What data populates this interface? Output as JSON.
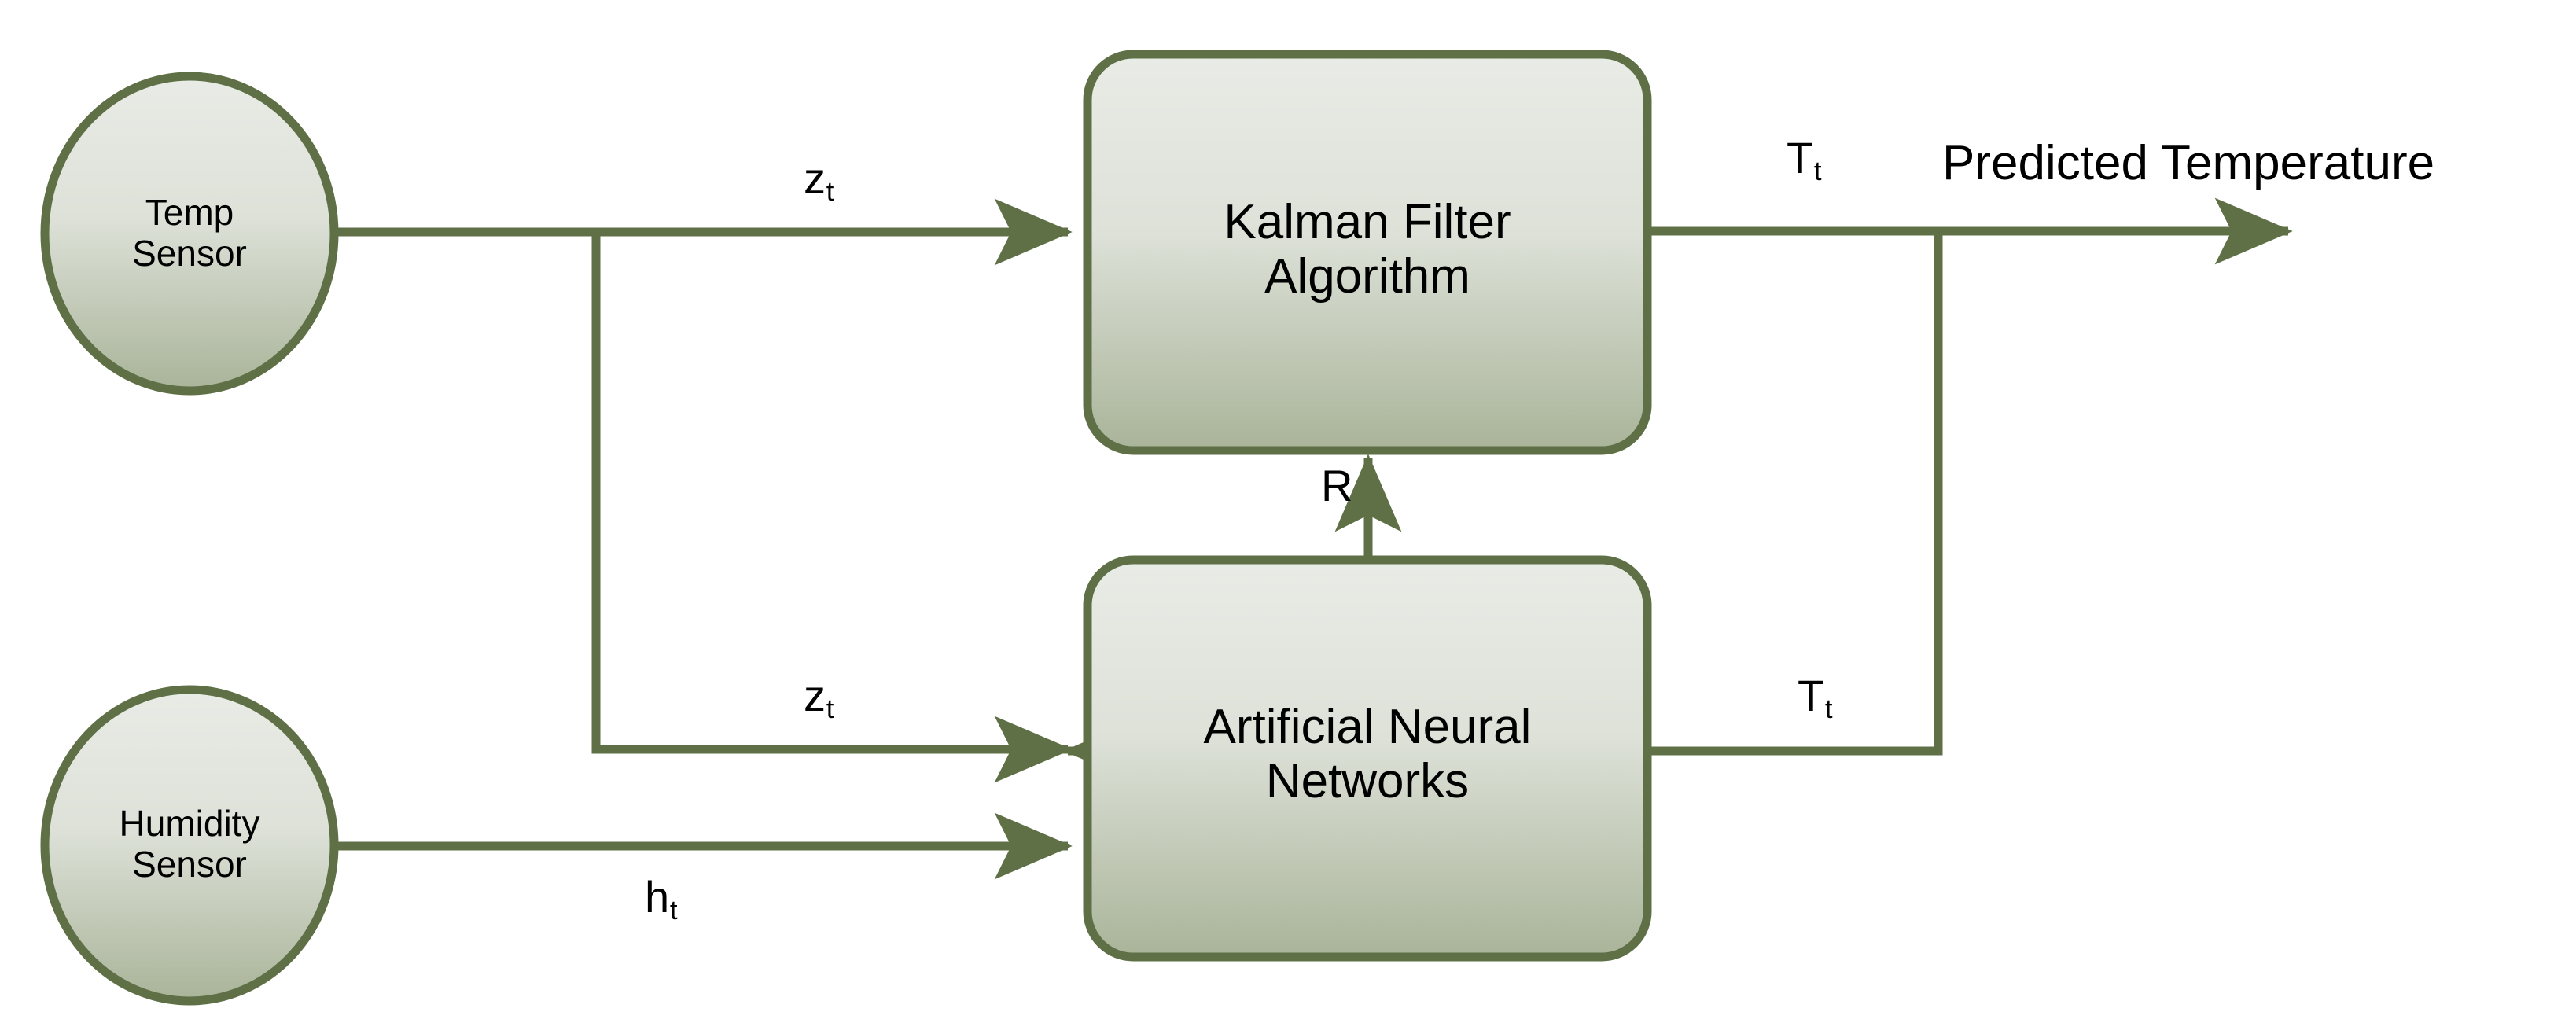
{
  "diagram": {
    "title": "Kalman Filter with Artificial Neural Networks temperature prediction block diagram",
    "colors": {
      "stroke": "#5f7046",
      "fill_light": "#e6e9e3",
      "fill_dark": "#aab59a",
      "text": "#000000",
      "background": "#ffffff"
    },
    "nodes": {
      "temp_sensor": {
        "label": "Temp\nSensor",
        "shape": "circle"
      },
      "humidity_sensor": {
        "label": "Humidity\nSensor",
        "shape": "circle"
      },
      "kalman_filter": {
        "label": "Kalman Filter\nAlgorithm",
        "shape": "rounded-rectangle"
      },
      "neural_networks": {
        "label": "Artificial Neural\nNetworks",
        "shape": "rounded-rectangle"
      }
    },
    "edges": {
      "temp_to_kalman": {
        "label_base": "z",
        "label_sub": "t"
      },
      "temp_to_ann": {
        "label_base": "z",
        "label_sub": "t"
      },
      "humidity_to_ann": {
        "label_base": "h",
        "label_sub": "t"
      },
      "ann_to_kalman": {
        "label_base": "R",
        "label_sub": ""
      },
      "kalman_output": {
        "label_base": "T",
        "label_sub": "t"
      },
      "kalman_feedback_to_ann": {
        "label_base": "T",
        "label_sub": "t"
      }
    },
    "output": {
      "label": "Predicted Temperature"
    }
  }
}
